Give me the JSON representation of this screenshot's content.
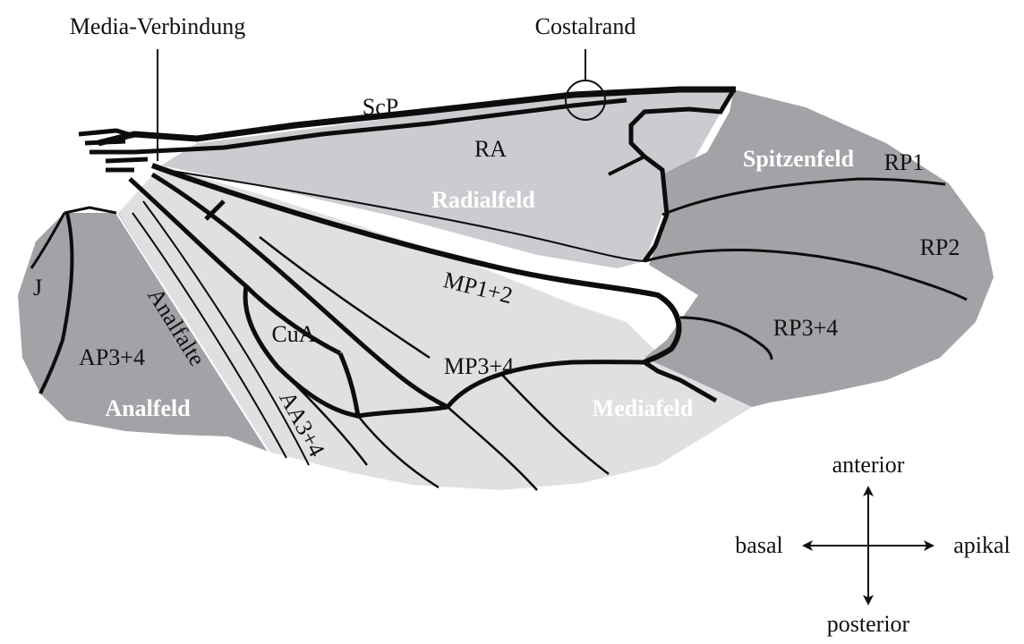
{
  "labels": {
    "media_verbindung": "Media-Verbindung",
    "costalrand": "Costalrand",
    "scp": "ScP",
    "ra": "RA",
    "rp1": "RP1",
    "rp2": "RP2",
    "rp3_4": "RP3+4",
    "mp1_2": "MP1+2",
    "mp3_4": "MP3+4",
    "cua": "CuA",
    "aa3_4": "AA3+4",
    "ap3_4": "AP3+4",
    "j": "J",
    "analfalte": "Analfalte"
  },
  "fields": {
    "spitzenfeld": "Spitzenfeld",
    "radialfeld": "Radialfeld",
    "mediafeld": "Mediafeld",
    "analfeld": "Analfeld"
  },
  "orientation": {
    "anterior": "anterior",
    "posterior": "posterior",
    "basal": "basal",
    "apikal": "apikal"
  },
  "colors": {
    "dark_field": "#a2a3a7",
    "mid_field": "#cbccd0",
    "light_field": "#dfe0e2",
    "vein": "#0d0d0d"
  }
}
